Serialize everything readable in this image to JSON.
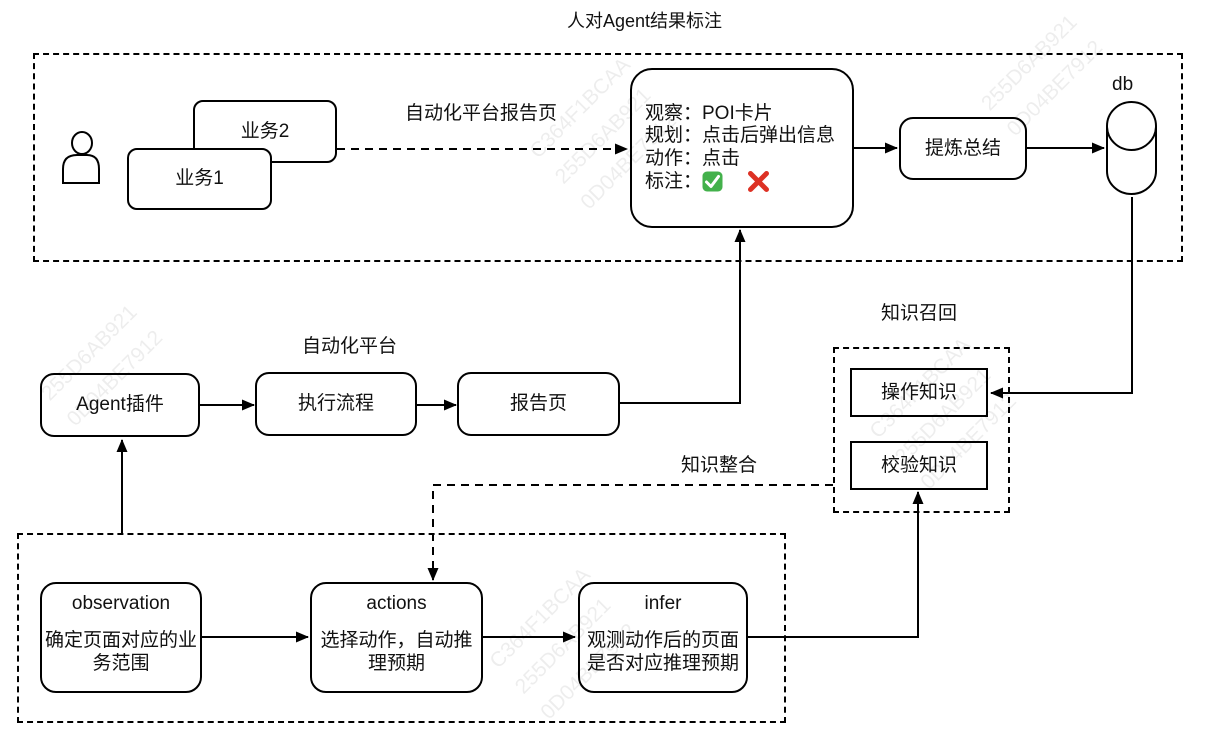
{
  "title": "人对Agent结果标注",
  "colors": {
    "line_black": "#000000",
    "check_green": "#43b14b",
    "cross_red": "#dd3124"
  },
  "human_annotation": {
    "card1_label": "业务1",
    "card2_label": "业务2",
    "arrow_label": "自动化平台报告页",
    "annotation_card": {
      "observe": "观察：POI卡片",
      "plan": "规划：点击后弹出信息",
      "action": "动作：点击",
      "mark_prefix": "标注："
    },
    "summary_box": "提炼总结",
    "db_label": "db"
  },
  "automation": {
    "label": "自动化平台",
    "agent_plugin": "Agent插件",
    "exec_flow": "执行流程",
    "report_page": "报告页"
  },
  "knowledge_recall": {
    "label": "知识召回",
    "operation_knowledge": "操作知识",
    "verification_knowledge": "校验知识"
  },
  "knowledge_integration_label": "知识整合",
  "reasoning_loop": {
    "observation": {
      "title": "observation",
      "desc": "确定页面对应的业务范围"
    },
    "actions": {
      "title": "actions",
      "desc": "选择动作，自动推理预期"
    },
    "infer": {
      "title": "infer",
      "desc": "观测动作后的页面是否对应推理预期"
    }
  },
  "watermark_lines": [
    "C364F1BCAA",
    "255D6AB921",
    "0D04BE7912"
  ]
}
